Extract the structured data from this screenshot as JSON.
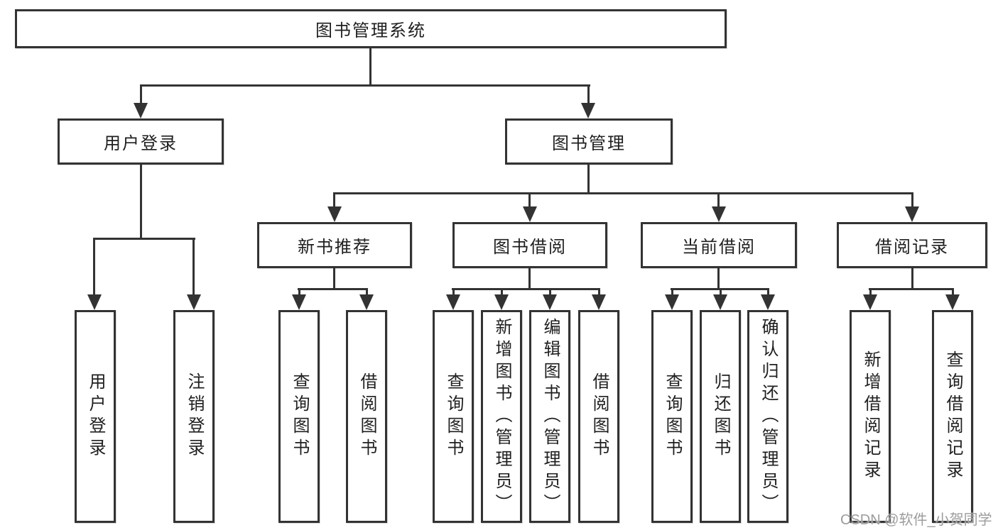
{
  "tree": {
    "root": {
      "label": "图书管理系统"
    },
    "branches": [
      {
        "label": "用户登录",
        "children": [
          {
            "label": "用户登录"
          },
          {
            "label": "注销登录"
          }
        ]
      },
      {
        "label": "图书管理",
        "children": [
          {
            "label": "新书推荐",
            "children": [
              {
                "label": "查询图书"
              },
              {
                "label": "借阅图书"
              }
            ]
          },
          {
            "label": "图书借阅",
            "children": [
              {
                "label": "查询图书"
              },
              {
                "label": "新增图书（管理员）"
              },
              {
                "label": "编辑图书（管理员）"
              },
              {
                "label": "借阅图书"
              }
            ]
          },
          {
            "label": "当前借阅",
            "children": [
              {
                "label": "查询图书"
              },
              {
                "label": "归还图书"
              },
              {
                "label": "确认归还（管理员）"
              }
            ]
          },
          {
            "label": "借阅记录",
            "children": [
              {
                "label": "新增借阅记录"
              },
              {
                "label": "查询借阅记录"
              }
            ]
          }
        ]
      }
    ]
  },
  "watermark": {
    "text": "CSDN @软件_小贺同学"
  },
  "colors": {
    "line": "#333333",
    "text": "#1f1f1f",
    "watermark": "#9c9c9c",
    "background": "#ffffff"
  }
}
